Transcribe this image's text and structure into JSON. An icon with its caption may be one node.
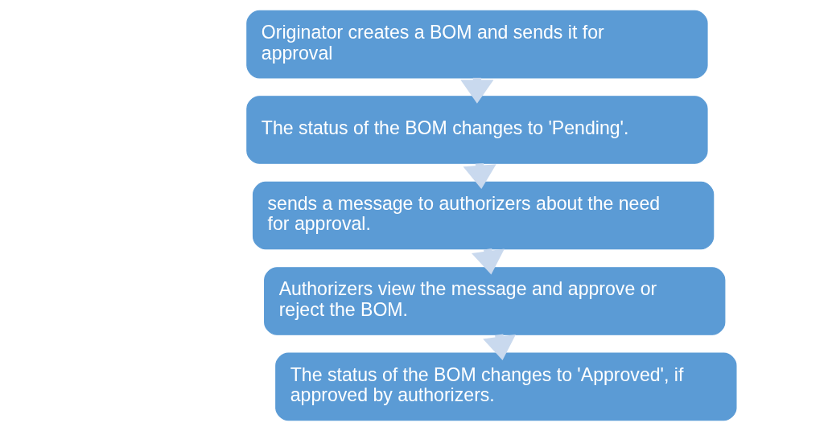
{
  "diagram": {
    "nodes": [
      {
        "text": [
          "Originator creates a BOM and sends it for approval"
        ]
      },
      {
        "text": [
          "The status of the BOM changes to 'Pending'."
        ]
      },
      {
        "text": [
          "sends a message to authorizers about the need for approval."
        ]
      },
      {
        "text": [
          "Authorizers view the message and approve or reject the BOM."
        ]
      },
      {
        "text": [
          "The status of the BOM changes to 'Approved', if approved by authorizers."
        ]
      }
    ],
    "edges": [
      {
        "from": 0,
        "to": 1,
        "arrow": "to"
      },
      {
        "from": 1,
        "to": 2,
        "arrow": "to"
      },
      {
        "from": 2,
        "to": 3,
        "arrow": "to"
      },
      {
        "from": 3,
        "to": 4,
        "arrow": "to"
      }
    ]
  }
}
